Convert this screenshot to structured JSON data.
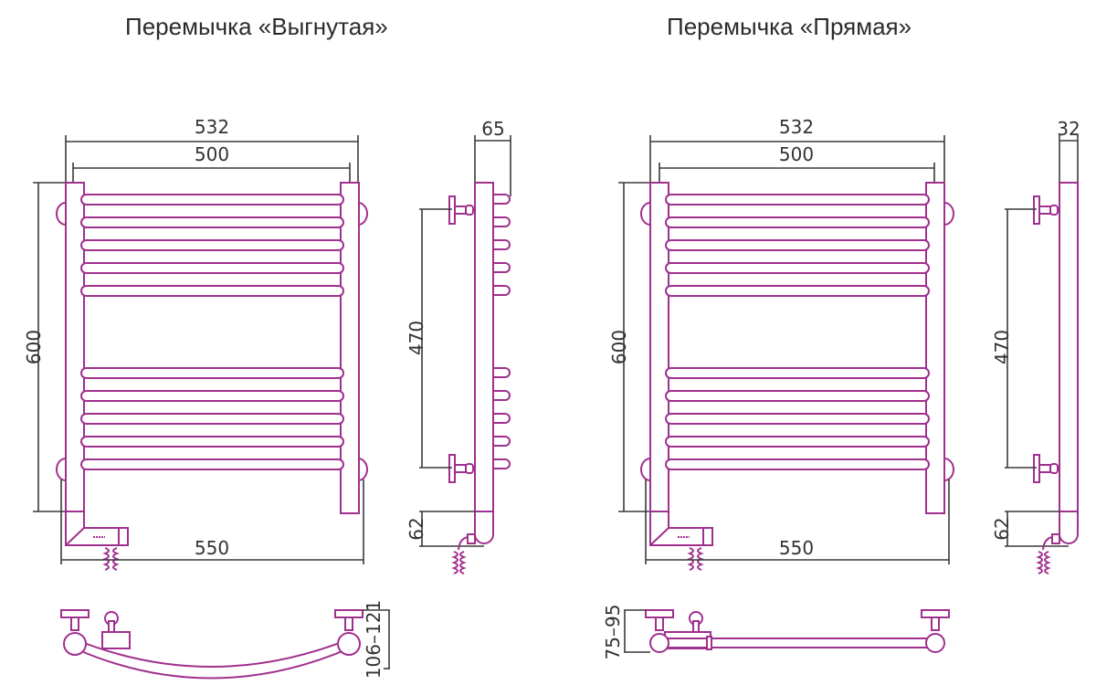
{
  "titles": {
    "left": "Перемычка «Выгнутая»",
    "right": "Перемычка «Прямая»"
  },
  "colors": {
    "outline": "#a0308e",
    "dimension": "#3a3a3a",
    "text": "#2b2b2b"
  },
  "left_variant": {
    "front_view": {
      "overall_width": "532",
      "inner_width": "500",
      "height": "600",
      "bracket_width": "550",
      "rungs_top_group": 5,
      "rungs_bottom_group": 5
    },
    "side_view": {
      "depth": "65",
      "mount_spacing": "470",
      "bottom_offset": "62"
    },
    "top_view": {
      "wall_distance": "106–121"
    }
  },
  "right_variant": {
    "front_view": {
      "overall_width": "532",
      "inner_width": "500",
      "height": "600",
      "bracket_width": "550",
      "rungs_top_group": 5,
      "rungs_bottom_group": 5
    },
    "side_view": {
      "depth": "32",
      "mount_spacing": "470",
      "bottom_offset": "62"
    },
    "top_view": {
      "wall_distance": "75–95"
    }
  }
}
